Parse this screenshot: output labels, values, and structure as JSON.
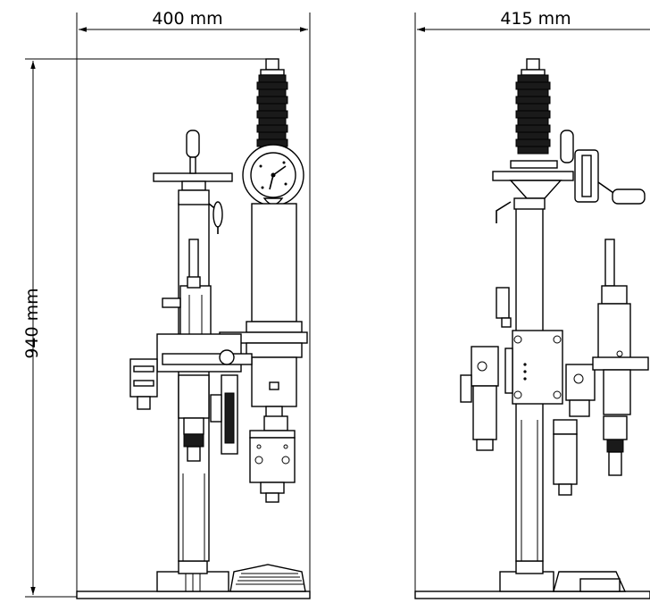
{
  "dimensions": {
    "front_width": "400 mm",
    "side_width": "415 mm",
    "height": "940 mm"
  },
  "colors": {
    "line": "#000000",
    "background": "#ffffff"
  }
}
